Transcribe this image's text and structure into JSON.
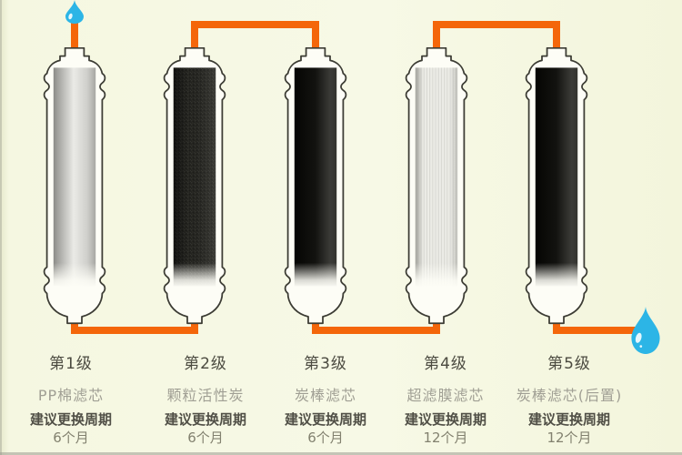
{
  "colors": {
    "background": "#f5f7e1",
    "pipe": "#f4660a",
    "drop": "#2cb5e6",
    "drop_highlight": "#e6f7fd",
    "bottle_outline": "#3c3c34",
    "bottle_interior": "#fdfdf6",
    "stage_text": "#4b4a40",
    "name_text": "#a09f94",
    "period_text": "#504f46",
    "months_text": "#82816f"
  },
  "flow": {
    "inlet_icon": "water-drop",
    "outlet_icon": "water-drop"
  },
  "filters": [
    {
      "stage": "第1级",
      "name": "PP棉滤芯",
      "period_label": "建议更换周期",
      "period": "6个月",
      "media": "pp_cotton"
    },
    {
      "stage": "第2级",
      "name": "颗粒活性炭",
      "period_label": "建议更换周期",
      "period": "6个月",
      "media": "granular_activated_carbon"
    },
    {
      "stage": "第3级",
      "name": "炭棒滤芯",
      "period_label": "建议更换周期",
      "period": "6个月",
      "media": "carbon_rod"
    },
    {
      "stage": "第4级",
      "name": "超滤膜滤芯",
      "period_label": "建议更换周期",
      "period": "12个月",
      "media": "uf_membrane"
    },
    {
      "stage": "第5级",
      "name": "炭棒滤芯(后置)",
      "period_label": "建议更换周期",
      "period": "12个月",
      "media": "carbon_rod"
    }
  ]
}
